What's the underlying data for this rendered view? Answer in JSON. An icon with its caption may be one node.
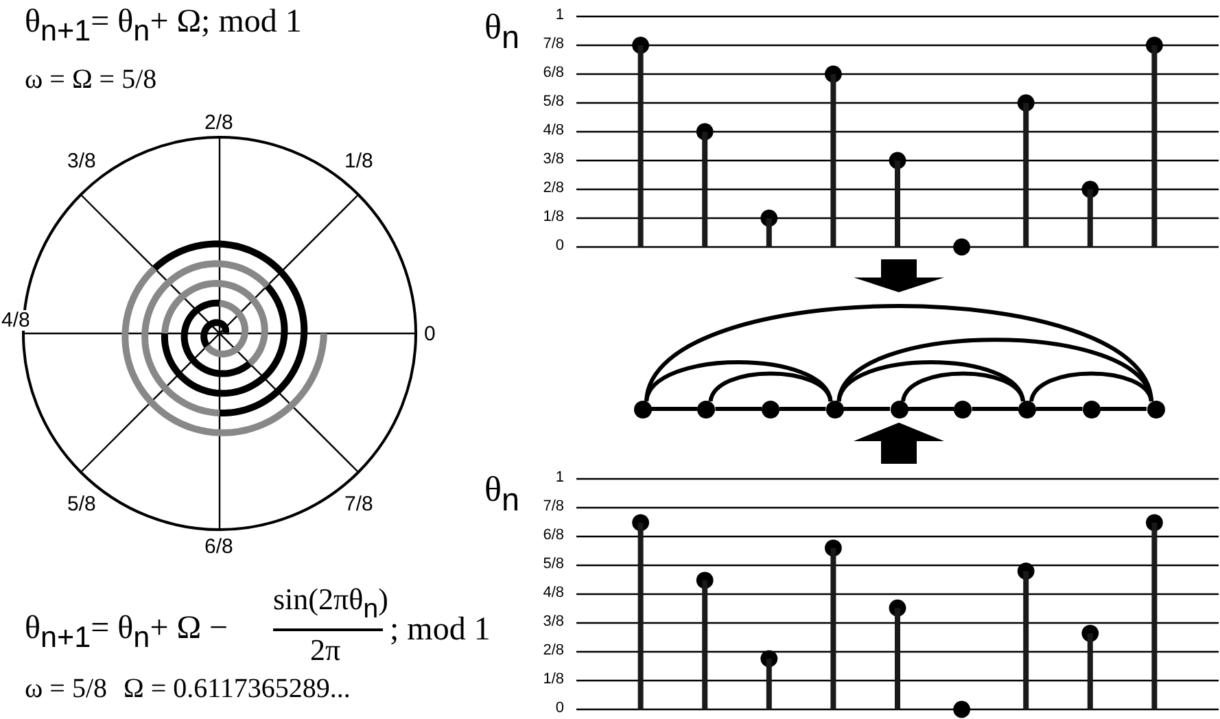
{
  "diagram": {
    "nodes": [
      {
        "text": [],
        "shape": "picture"
      },
      {
        "text": [],
        "shape": "picture"
      },
      {
        "text": [],
        "shape": "circle",
        "in": 1
      },
      {
        "text": [],
        "shape": "circle",
        "in": 1
      },
      {
        "text": [],
        "shape": "circle",
        "in": 1
      },
      {
        "text": [],
        "shape": "circle",
        "in": 1
      },
      {
        "text": [],
        "shape": "circle",
        "in": 1
      },
      {
        "text": [],
        "shape": "circle",
        "in": 1
      },
      {
        "text": [],
        "shape": "circle",
        "in": 1
      },
      {
        "text": [],
        "shape": "circle",
        "in": 1
      },
      {
        "text": [],
        "shape": "circle",
        "in": 1
      },
      {
        "text": [],
        "shape": "picture"
      }
    ],
    "edges": [
      {
        "from": 0,
        "to": 1,
        "arrow": "to",
        "style": "thick"
      },
      {
        "from": 2,
        "to": 3,
        "arrow": "none"
      },
      {
        "from": 3,
        "to": 4,
        "arrow": "none"
      },
      {
        "from": 4,
        "to": 5,
        "arrow": "none"
      },
      {
        "from": 5,
        "to": 6,
        "arrow": "none"
      },
      {
        "from": 6,
        "to": 7,
        "arrow": "none"
      },
      {
        "from": 7,
        "to": 8,
        "arrow": "none"
      },
      {
        "from": 8,
        "to": 9,
        "arrow": "none"
      },
      {
        "from": 9,
        "to": 10,
        "arrow": "none"
      },
      {
        "from": 2,
        "to": 10,
        "arrow": "none"
      },
      {
        "from": 2,
        "to": 5,
        "arrow": "none"
      },
      {
        "from": 3,
        "to": 5,
        "arrow": "none"
      },
      {
        "from": 5,
        "to": 10,
        "arrow": "none"
      },
      {
        "from": 5,
        "to": 8,
        "arrow": "none"
      },
      {
        "from": 6,
        "to": 8,
        "arrow": "none"
      },
      {
        "from": 8,
        "to": 10,
        "arrow": "none"
      },
      {
        "from": 11,
        "to": 1,
        "arrow": "to",
        "style": "thick"
      }
    ],
    "labels": [
      "θ$_{n+1}$= θ$_{n}$+ Ω; mod 1",
      "ω = Ω = 5/8",
      "2/8",
      "3/8",
      "1/8",
      "4/8",
      "0",
      "5/8",
      "7/8",
      "6/8",
      "θ$_{n+1}$= θ$_{n}$+ Ω −",
      "sin(2πθ$_{n}$)",
      "2π",
      "; mod 1",
      "ω = 5/8",
      "Ω = 0.6117365289..."
    ],
    "chart_data": [
      {
        "type": "bar",
        "grid": true,
        "ylabel": "θ$_{n}$",
        "categories": [
          null,
          null,
          null,
          null,
          null,
          null,
          null,
          null,
          null
        ],
        "ylim": [
          0,
          1
        ],
        "values": [
          0.875,
          0.5,
          0.125,
          0.75,
          0.375,
          0,
          0.625,
          0.25,
          0.875
        ],
        "yticks": [
          {
            "value": 0,
            "label": "0"
          },
          {
            "value": 0.125,
            "label": "1/8"
          },
          {
            "value": 0.25,
            "label": "2/8"
          },
          {
            "value": 0.375,
            "label": "3/8"
          },
          {
            "value": 0.5,
            "label": "4/8"
          },
          {
            "value": 0.625,
            "label": "5/8"
          },
          {
            "value": 0.75,
            "label": "6/8"
          },
          {
            "value": 0.875,
            "label": "7/8"
          },
          {
            "value": 1,
            "label": "1"
          }
        ]
      },
      {
        "type": "bar",
        "grid": true,
        "ylabel": "θ$_{n}$",
        "categories": [
          null,
          null,
          null,
          null,
          null,
          null,
          null,
          null,
          null
        ],
        "ylim": [
          0,
          1
        ],
        "values": [
          0.81,
          0.56,
          0.22,
          0.7,
          0.44,
          0,
          0.6,
          0.33,
          0.81
        ],
        "yticks": [
          {
            "value": 0,
            "label": "0"
          },
          {
            "value": 0.125,
            "label": "1/8"
          },
          {
            "value": 0.25,
            "label": "2/8"
          },
          {
            "value": 0.375,
            "label": "3/8"
          },
          {
            "value": 0.5,
            "label": "4/8"
          },
          {
            "value": 0.625,
            "label": "5/8"
          },
          {
            "value": 0.75,
            "label": "6/8"
          },
          {
            "value": 0.875,
            "label": "7/8"
          },
          {
            "value": 1,
            "label": "1"
          }
        ]
      }
    ]
  }
}
